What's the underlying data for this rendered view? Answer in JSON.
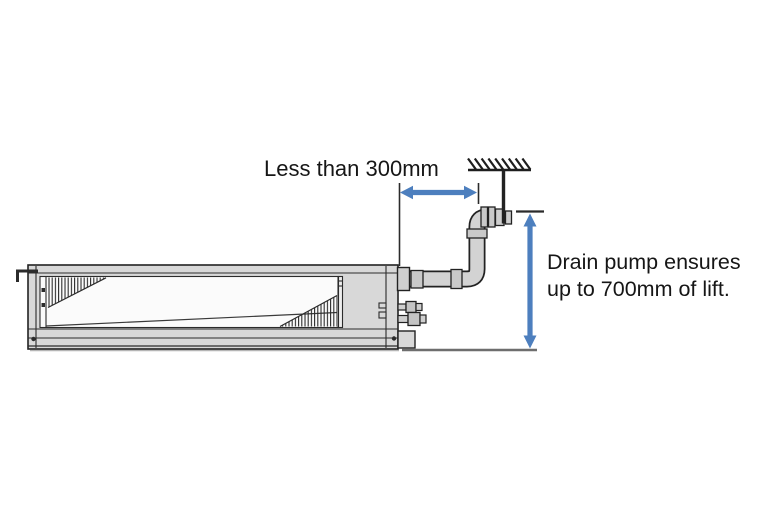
{
  "diagram": {
    "labels": {
      "clearance": "Less than 300mm",
      "lift_line1": "Drain pump ensures",
      "lift_line2": "up to 700mm of lift."
    },
    "colors": {
      "arrow_blue": "#4d7fbe",
      "line_dark": "#222222",
      "unit_gray": "#d8d8d8",
      "panel_light": "#fbfbfb",
      "pipe_gray": "#d3d3d3",
      "coupling_gray": "#c9c9c9",
      "baseline_gray": "#6e6e6e",
      "background": "#ffffff"
    }
  }
}
